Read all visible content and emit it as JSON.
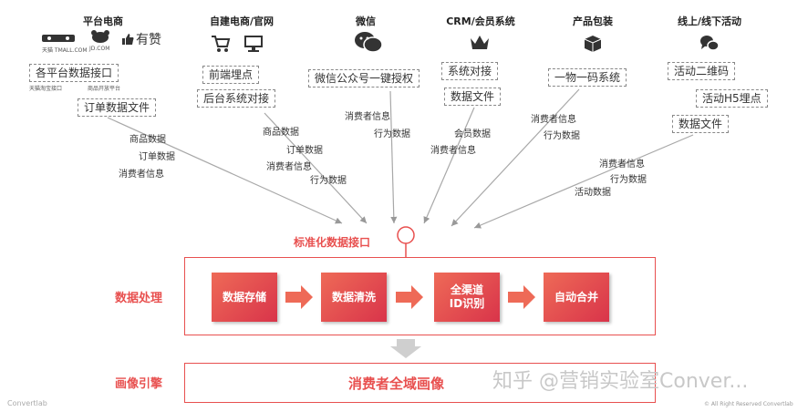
{
  "sources": [
    {
      "title": "平台电商",
      "tags": [
        "各平台数据接口"
      ],
      "logo_small_1": "天猫 TMALL.COM",
      "logo_small_2": "JD.COM",
      "logo_text": "有赞",
      "sub_caption_1": "天猫淘宝接口",
      "sub_caption_2": "商品开放平台"
    },
    {
      "title": "自建电商/官网",
      "tags": [
        "前端埋点",
        "后台系统对接"
      ]
    },
    {
      "title": "微信",
      "tags": [
        "微信公众号一键授权"
      ]
    },
    {
      "title": "CRM/会员系统",
      "tags": [
        "系统对接",
        "数据文件"
      ]
    },
    {
      "title": "产品包装",
      "tags": [
        "一物一码系统"
      ]
    },
    {
      "title": "线上/线下活动",
      "tags": [
        "活动二维码",
        "活动H5埋点",
        "数据文件"
      ]
    }
  ],
  "order_file_tag": "订单数据文件",
  "flow_labels": {
    "g1": [
      "商品数据",
      "订单数据",
      "消费者信息"
    ],
    "g2": [
      "商品数据",
      "订单数据",
      "消费者信息",
      "行为数据"
    ],
    "g3": [
      "消费者信息",
      "行为数据"
    ],
    "g4": [
      "会员数据",
      "消费者信息"
    ],
    "g5": [
      "消费者信息",
      "行为数据"
    ],
    "g6": [
      "消费者信息",
      "行为数据",
      "活动数据"
    ]
  },
  "interface_label": "标准化数据接口",
  "processing": {
    "label": "数据处理",
    "steps": [
      "数据存储",
      "数据清洗",
      "全渠道\nID识别",
      "自动合并"
    ]
  },
  "portrait": {
    "label": "画像引擎",
    "text": "消费者全域画像"
  },
  "watermark": "知乎 @营销实验室Conver...",
  "footer_left": "Convertlab",
  "footer_right": "© All Right Reserved Convertlab",
  "colors": {
    "accent": "#e8504f",
    "step_start": "#ee6a57",
    "step_end": "#d9344a"
  }
}
